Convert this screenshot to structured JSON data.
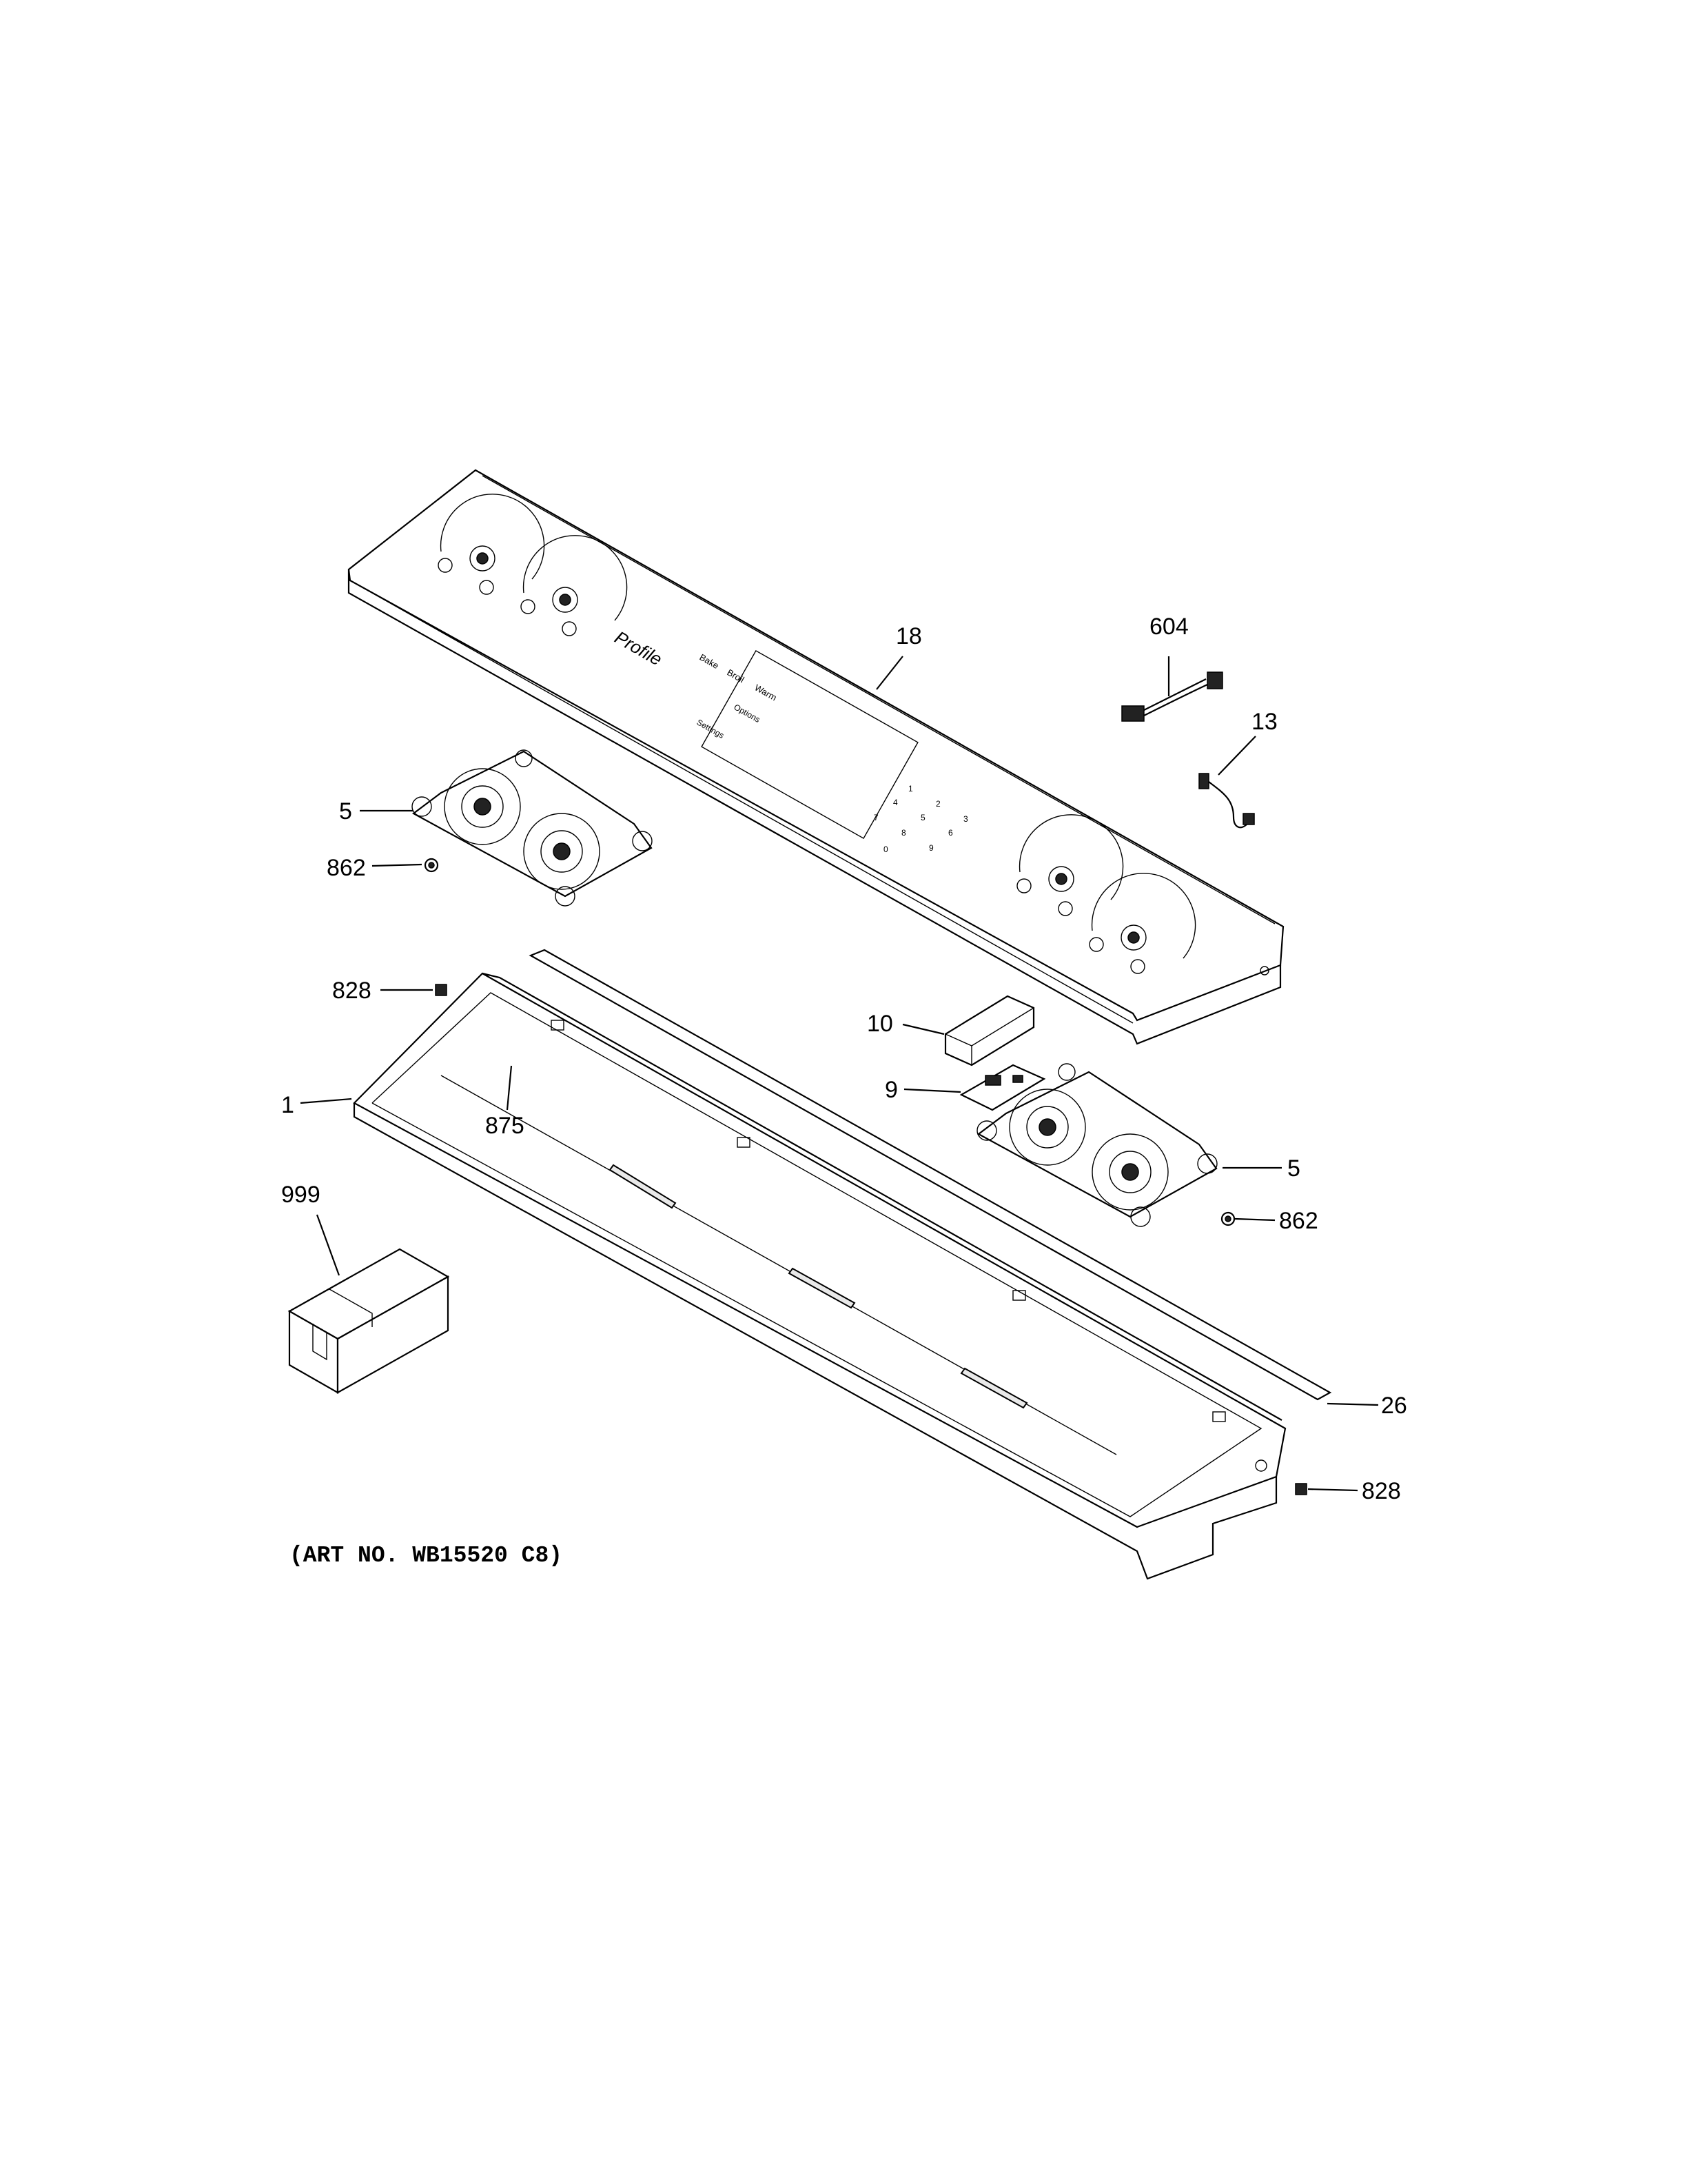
{
  "art_number": "(ART NO. WB15520 C8)",
  "callouts": {
    "c18": "18",
    "c604": "604",
    "c13": "13",
    "c5_left": "5",
    "c862_left": "862",
    "c828_left": "828",
    "c1": "1",
    "c875": "875",
    "c10": "10",
    "c9": "9",
    "c5_right": "5",
    "c862_right": "862",
    "c999": "999",
    "c26": "26",
    "c828_right": "828"
  },
  "panel_labels": {
    "brand": "Profile",
    "bake": "Bake",
    "broil": "Broil",
    "warm": "Warm",
    "options": "Options",
    "settings": "Settings",
    "keypad": [
      "1",
      "2",
      "3",
      "4",
      "5",
      "6",
      "7",
      "8",
      "9",
      "0"
    ]
  }
}
